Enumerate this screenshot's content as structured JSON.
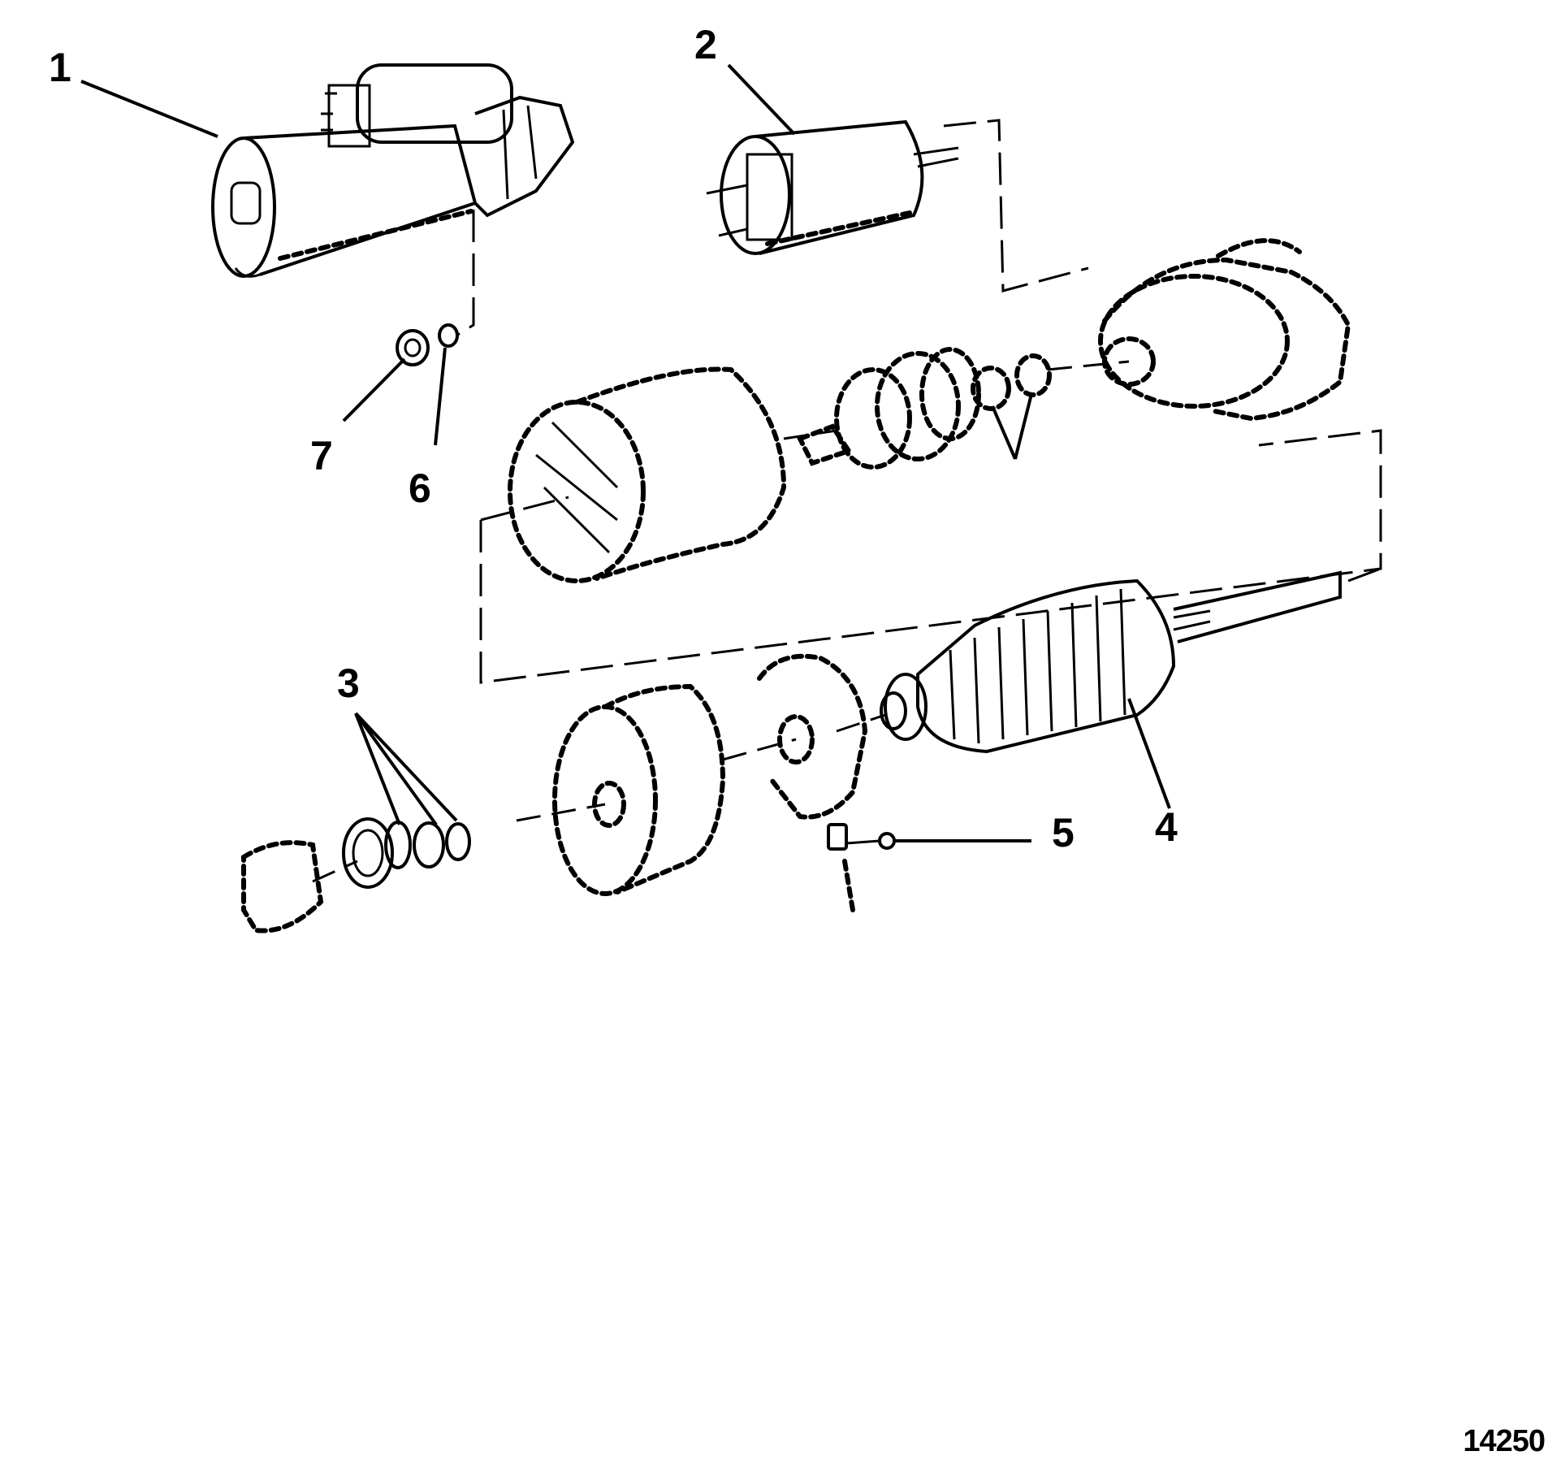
{
  "callouts": [
    {
      "id": "c1",
      "label": "1"
    },
    {
      "id": "c2",
      "label": "2"
    },
    {
      "id": "c3",
      "label": "3"
    },
    {
      "id": "c4",
      "label": "4"
    },
    {
      "id": "c5",
      "label": "5"
    },
    {
      "id": "c6",
      "label": "6"
    },
    {
      "id": "c7",
      "label": "7"
    }
  ],
  "figure_number": "14250"
}
